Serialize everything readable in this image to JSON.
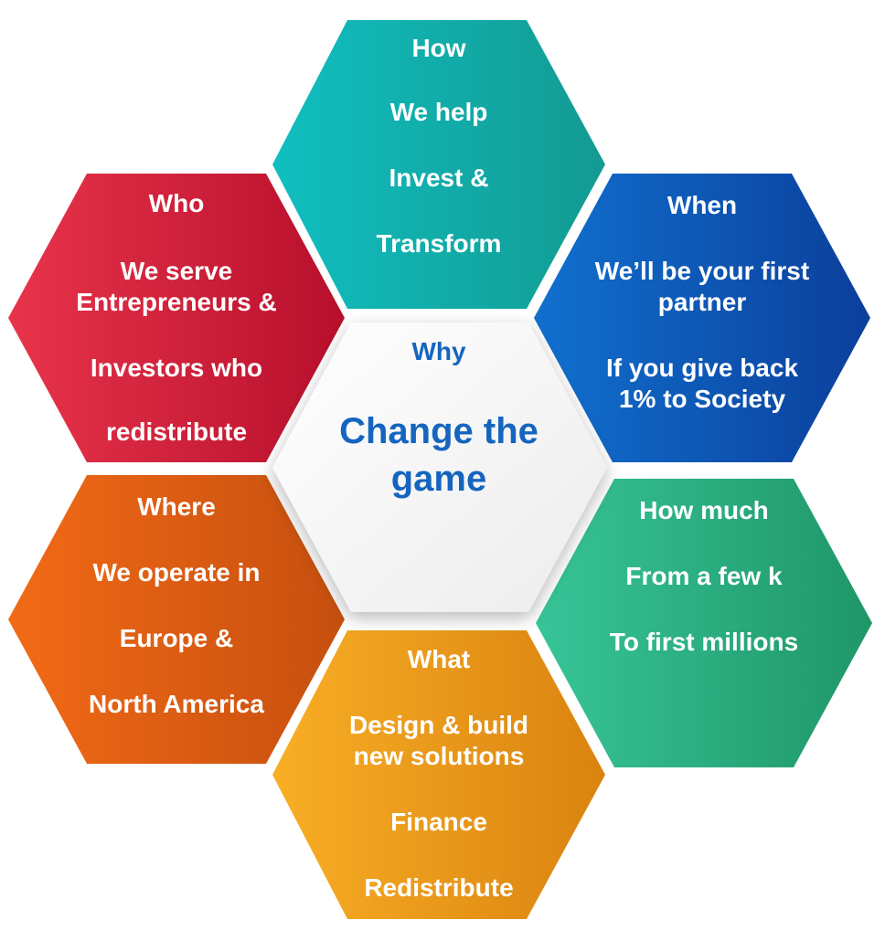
{
  "colors": {
    "how": [
      "#10bfc0",
      "#139a92"
    ],
    "who": [
      "#e8344b",
      "#b70f2c"
    ],
    "when": [
      "#1170cf",
      "#0b3f9b"
    ],
    "why": [
      "#ffffff",
      "#ececec"
    ],
    "where": [
      "#f26a16",
      "#c64f0f"
    ],
    "how_much": [
      "#37c598",
      "#1f9668"
    ],
    "what": [
      "#f8ae25",
      "#da8310"
    ],
    "why_text": "#1565c0"
  },
  "hexagons": {
    "how": {
      "title": "How",
      "lines": [
        "We help",
        "Invest &",
        "Transform"
      ]
    },
    "who": {
      "title": "Who",
      "lines": [
        "We serve",
        "Entrepreneurs &",
        "Investors who",
        "redistribute"
      ]
    },
    "when": {
      "title": "When",
      "lines": [
        "We’ll be your first",
        "partner",
        "If you give back",
        "1% to Society"
      ]
    },
    "why": {
      "title": "Why",
      "lines": [
        "Change the",
        "game"
      ]
    },
    "where": {
      "title": "Where",
      "lines": [
        "We operate in",
        "Europe &",
        "North America"
      ]
    },
    "how_much": {
      "title": "How much",
      "lines": [
        "From a few k",
        "To first millions"
      ]
    },
    "what": {
      "title": "What",
      "lines": [
        "Design & build",
        "new solutions",
        "Finance",
        "Redistribute"
      ]
    }
  }
}
